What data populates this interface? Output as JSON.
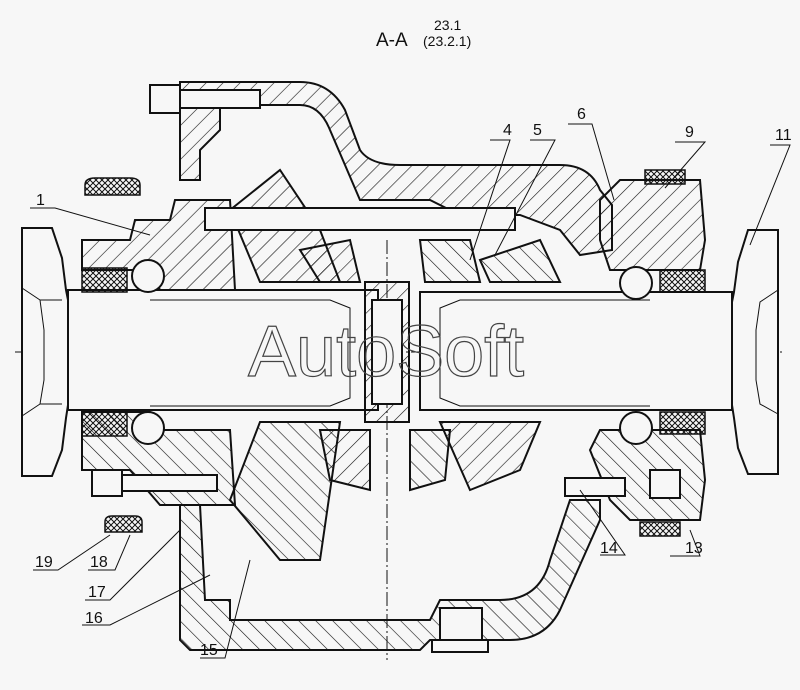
{
  "title": {
    "section": "A-A",
    "ref_primary": "23.1",
    "ref_secondary": "(23.2.1)"
  },
  "watermark": "AutoSoft",
  "callouts": [
    {
      "id": "1",
      "label": "1"
    },
    {
      "id": "4",
      "label": "4"
    },
    {
      "id": "5",
      "label": "5"
    },
    {
      "id": "6",
      "label": "6"
    },
    {
      "id": "9",
      "label": "9"
    },
    {
      "id": "11",
      "label": "11"
    },
    {
      "id": "13",
      "label": "13"
    },
    {
      "id": "14",
      "label": "14"
    },
    {
      "id": "15",
      "label": "15"
    },
    {
      "id": "16",
      "label": "16"
    },
    {
      "id": "17",
      "label": "17"
    },
    {
      "id": "18",
      "label": "18"
    },
    {
      "id": "19",
      "label": "19"
    }
  ],
  "colors": {
    "background": "#f7f7f7",
    "ink": "#111111"
  }
}
